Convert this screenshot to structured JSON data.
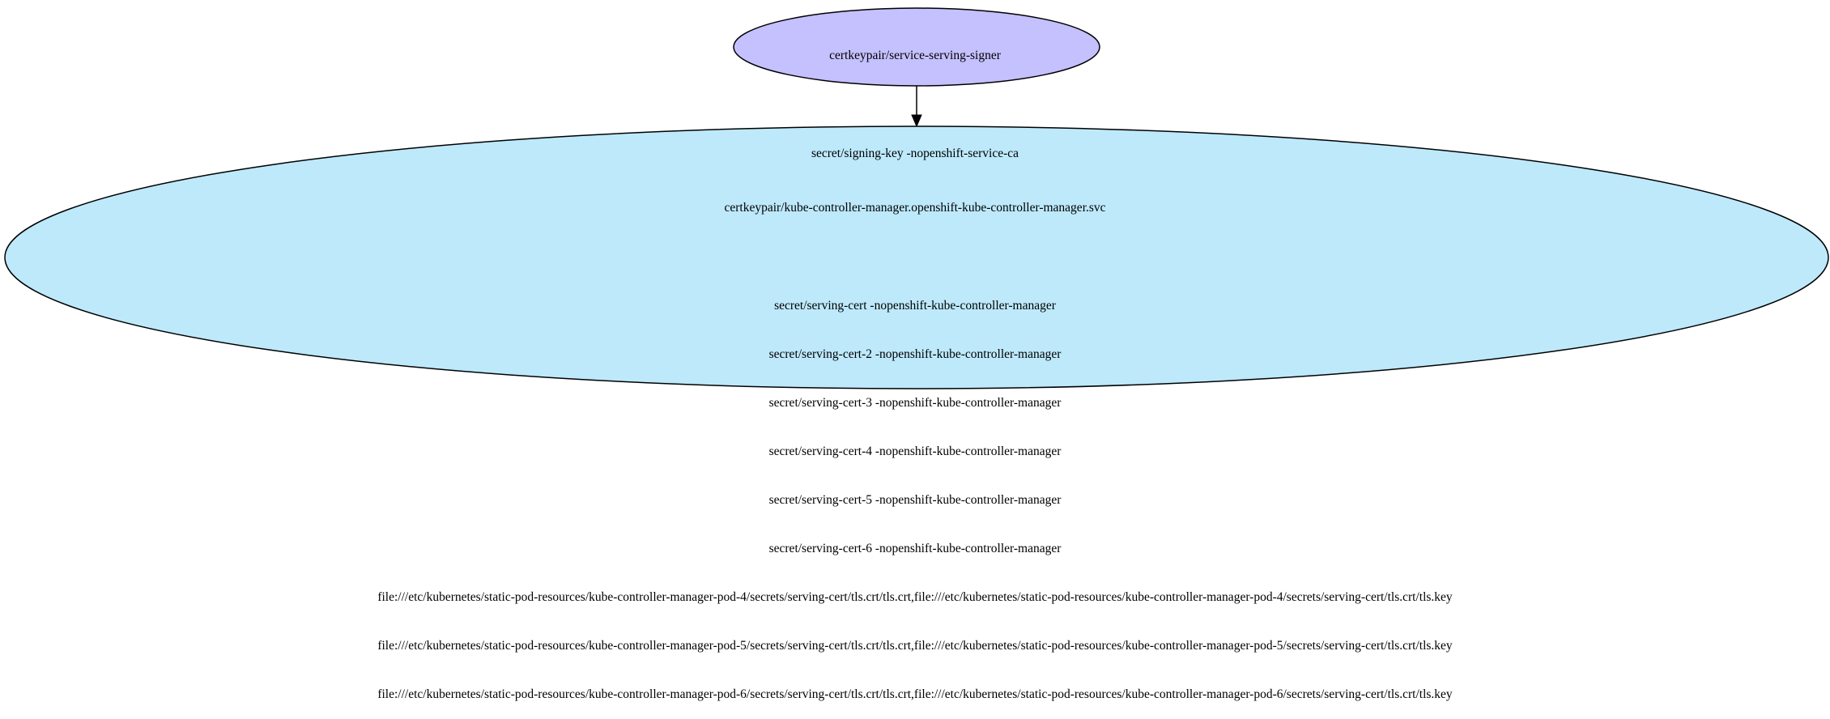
{
  "colors": {
    "signer_fill": "#c5c0fe",
    "cert_fill": "#bde9fb",
    "stroke": "#000000",
    "edge": "#000000"
  },
  "nodes": {
    "signer": {
      "title": "certkeypair/service-serving-signer",
      "lines": [
        "secret/signing-key -nopenshift-service-ca"
      ]
    },
    "cert": {
      "title": "certkeypair/kube-controller-manager.openshift-kube-controller-manager.svc",
      "lines": [
        "secret/serving-cert -nopenshift-kube-controller-manager",
        "secret/serving-cert-2 -nopenshift-kube-controller-manager",
        "secret/serving-cert-3 -nopenshift-kube-controller-manager",
        "secret/serving-cert-4 -nopenshift-kube-controller-manager",
        "secret/serving-cert-5 -nopenshift-kube-controller-manager",
        "secret/serving-cert-6 -nopenshift-kube-controller-manager",
        "file:///etc/kubernetes/static-pod-resources/kube-controller-manager-pod-4/secrets/serving-cert/tls.crt/tls.crt,file:///etc/kubernetes/static-pod-resources/kube-controller-manager-pod-4/secrets/serving-cert/tls.crt/tls.key",
        "file:///etc/kubernetes/static-pod-resources/kube-controller-manager-pod-5/secrets/serving-cert/tls.crt/tls.crt,file:///etc/kubernetes/static-pod-resources/kube-controller-manager-pod-5/secrets/serving-cert/tls.crt/tls.key",
        "file:///etc/kubernetes/static-pod-resources/kube-controller-manager-pod-6/secrets/serving-cert/tls.crt/tls.crt,file:///etc/kubernetes/static-pod-resources/kube-controller-manager-pod-6/secrets/serving-cert/tls.crt/tls.key"
      ]
    }
  }
}
